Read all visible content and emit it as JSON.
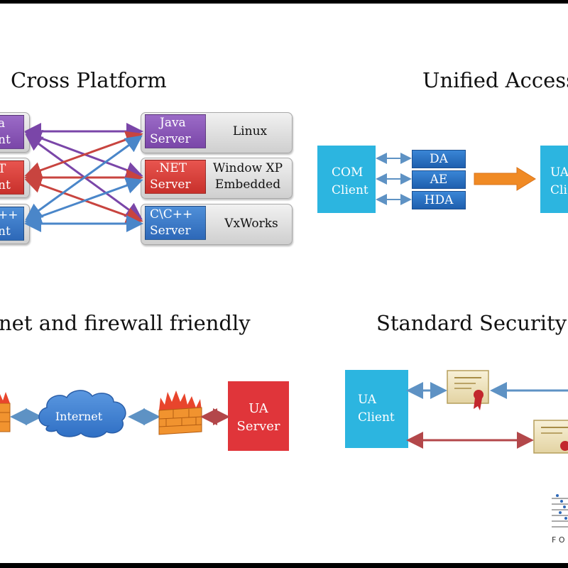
{
  "colors": {
    "purple": "#7a46a8",
    "red": "#c8302b",
    "blue": "#2d68b8",
    "cyan": "#2cb5e0",
    "orange_arrow": "#f08a24",
    "cloud": "#3e7fd4",
    "firewall": "#f1932f"
  },
  "panels": {
    "cross_platform": {
      "title": "Cross Platform",
      "clients": [
        {
          "line1": "a",
          "line2": "nt"
        },
        {
          "line1": "T",
          "line2": "nt"
        },
        {
          "line1": "++",
          "line2": "nt"
        }
      ],
      "servers": [
        {
          "line1": "Java",
          "line2": "Server",
          "os": [
            "Linux"
          ]
        },
        {
          "line1": ".NET",
          "line2": "Server",
          "os": [
            "Window XP",
            "Embedded"
          ]
        },
        {
          "line1": "C\\C++",
          "line2": "Server",
          "os": [
            "VxWorks"
          ]
        }
      ]
    },
    "unified_access": {
      "title": "Unified Access",
      "com_client": [
        "COM",
        "Client"
      ],
      "tags": [
        "DA",
        "AE",
        "HDA"
      ],
      "ua_client": [
        "UA",
        "Cli"
      ]
    },
    "firewall": {
      "title": "net and firewall friendly",
      "cloud_label": "Internet",
      "server": [
        "UA",
        "Server"
      ]
    },
    "security": {
      "title": "Standard Security M",
      "client": [
        "UA",
        "Client"
      ]
    }
  },
  "logo": {
    "letters": "F  O"
  }
}
